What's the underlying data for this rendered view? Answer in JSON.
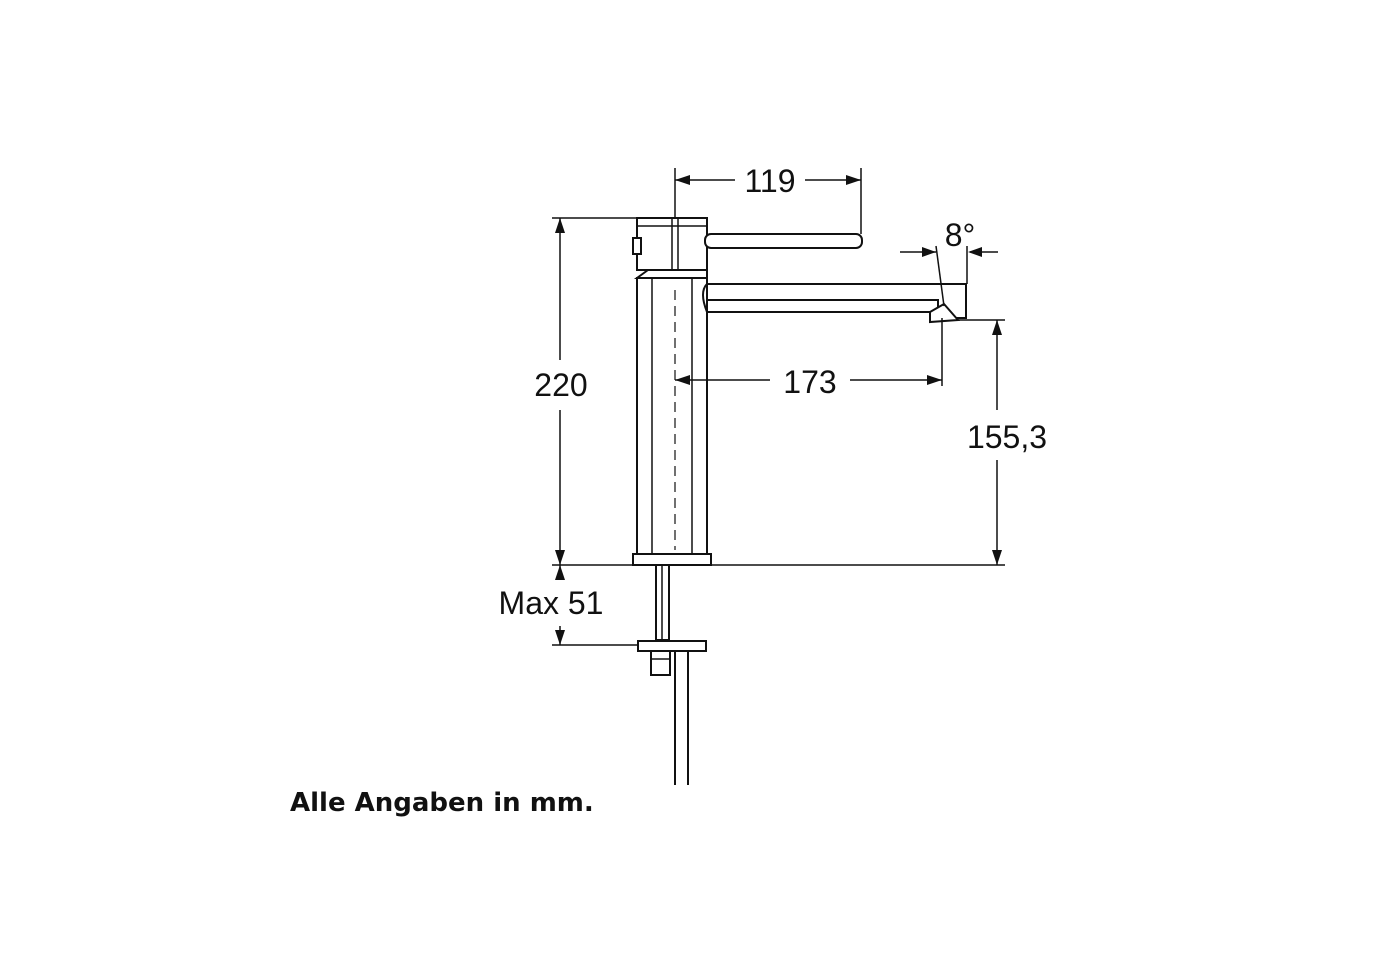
{
  "dimensions": {
    "lever_length": "119",
    "spout_angle": "8°",
    "total_height": "220",
    "spout_reach": "173",
    "spout_height": "155,3",
    "max_deck_thickness": "Max 51"
  },
  "footnote": "Alle Angaben in mm.",
  "colors": {
    "line": "#111111",
    "background": "#ffffff"
  }
}
